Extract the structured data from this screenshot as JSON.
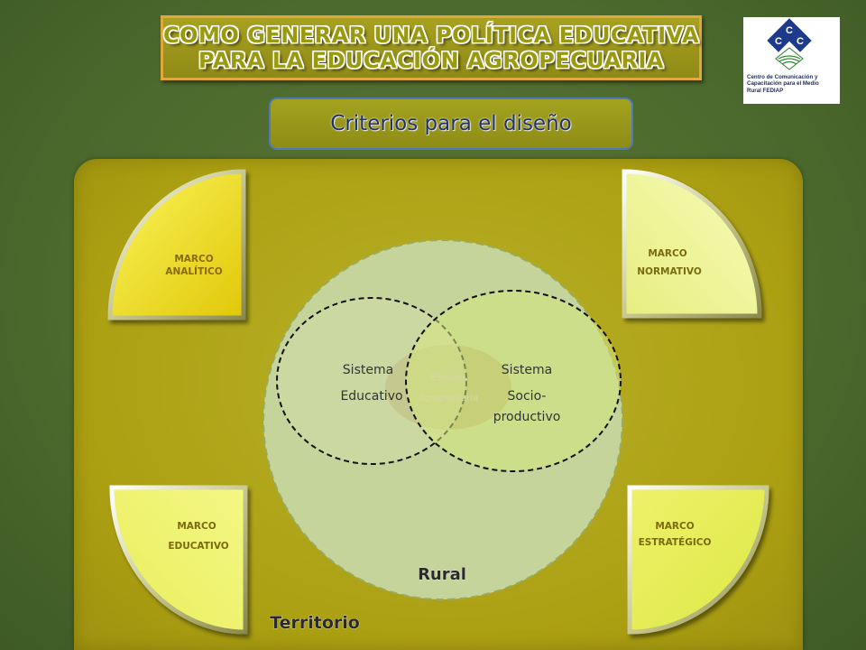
{
  "header": {
    "title_line1": "COMO GENERAR UNA POLÍTICA EDUCATIVA",
    "title_line2": "PARA LA EDUCACIÓN AGROPECUARIA",
    "subtitle": "Criterios para el diseño"
  },
  "logo": {
    "letters": [
      "C",
      "C",
      "C"
    ],
    "line1": "Centro de Comunicación y",
    "line2": "Capacitación para el Medio",
    "line3": "Rural FEDIAP"
  },
  "quadrants": {
    "analitico": {
      "line1": "MARCO",
      "line2": "ANALÍTICO"
    },
    "normativo": {
      "line1": "MARCO",
      "line2": "NORMATIVO"
    },
    "educativo": {
      "line1": "MARCO",
      "line2": "EDUCATIVO"
    },
    "estrategico": {
      "line1": "MARCO",
      "line2": "ESTRATÉGICO"
    }
  },
  "venn": {
    "educativo": {
      "line1": "Sistema",
      "line2": "Educativo"
    },
    "socioproductivo": {
      "line1": "Sistema",
      "line2": "Socio-",
      "line3": "productivo"
    },
    "escuela": {
      "line1": "Escuela",
      "line2": "Agropecuaria"
    }
  },
  "labels": {
    "rural": "Rural",
    "territorio": "Territorio"
  },
  "colors": {
    "background": "#4c6a2d",
    "panel": "#ab9f12",
    "title_box": "#9a9a10",
    "subtitle_text": "#23326e"
  }
}
